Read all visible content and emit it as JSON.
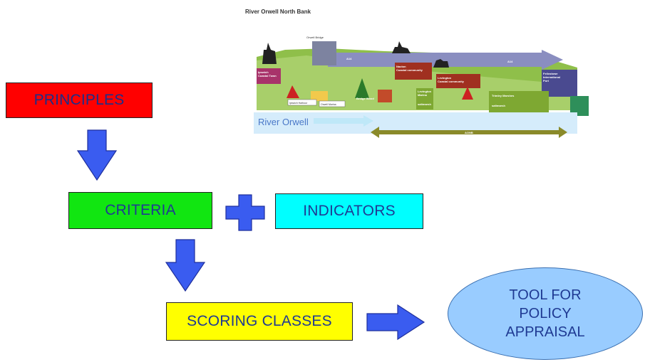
{
  "diagram": {
    "principles": "PRINCIPLES",
    "criteria": "CRITERIA",
    "indicators": "INDICATORS",
    "scoring_classes": "SCORING CLASSES",
    "tool": "TOOL FOR\nPOLICY\nAPPRAISAL"
  },
  "map": {
    "title": "River Orwell North Bank",
    "orwell_bridge": "Orwell Bridge",
    "a14_left": "A14",
    "a14_right": "A14",
    "ipswich": "Ipswich\nCoastal Town",
    "nacton": "Nacton\nCoastal community",
    "levington": "Levington\nCoastal community",
    "felixstowe": "Felixstowe\nInternational\nPort",
    "ipswich_harbour": "Ipswich Harbour",
    "orwell_marina": "Orwell Marina",
    "bridge_wood": "Bridge Wood",
    "levington_marina": "Levington\nMarina",
    "saltmarsh_1": "saltmarsh",
    "saltmarsh_2": "saltmarsh",
    "trimley_marshes": "Trimley Marshes",
    "river_orwell": "River Orwell",
    "aonb": "AONB"
  },
  "colors": {
    "principles": "#ff0000",
    "criteria": "#11e611",
    "indicators": "#00ffff",
    "scoring_classes": "#ffff00",
    "tool": "#99ccff",
    "arrow": "#3a5cf0"
  }
}
